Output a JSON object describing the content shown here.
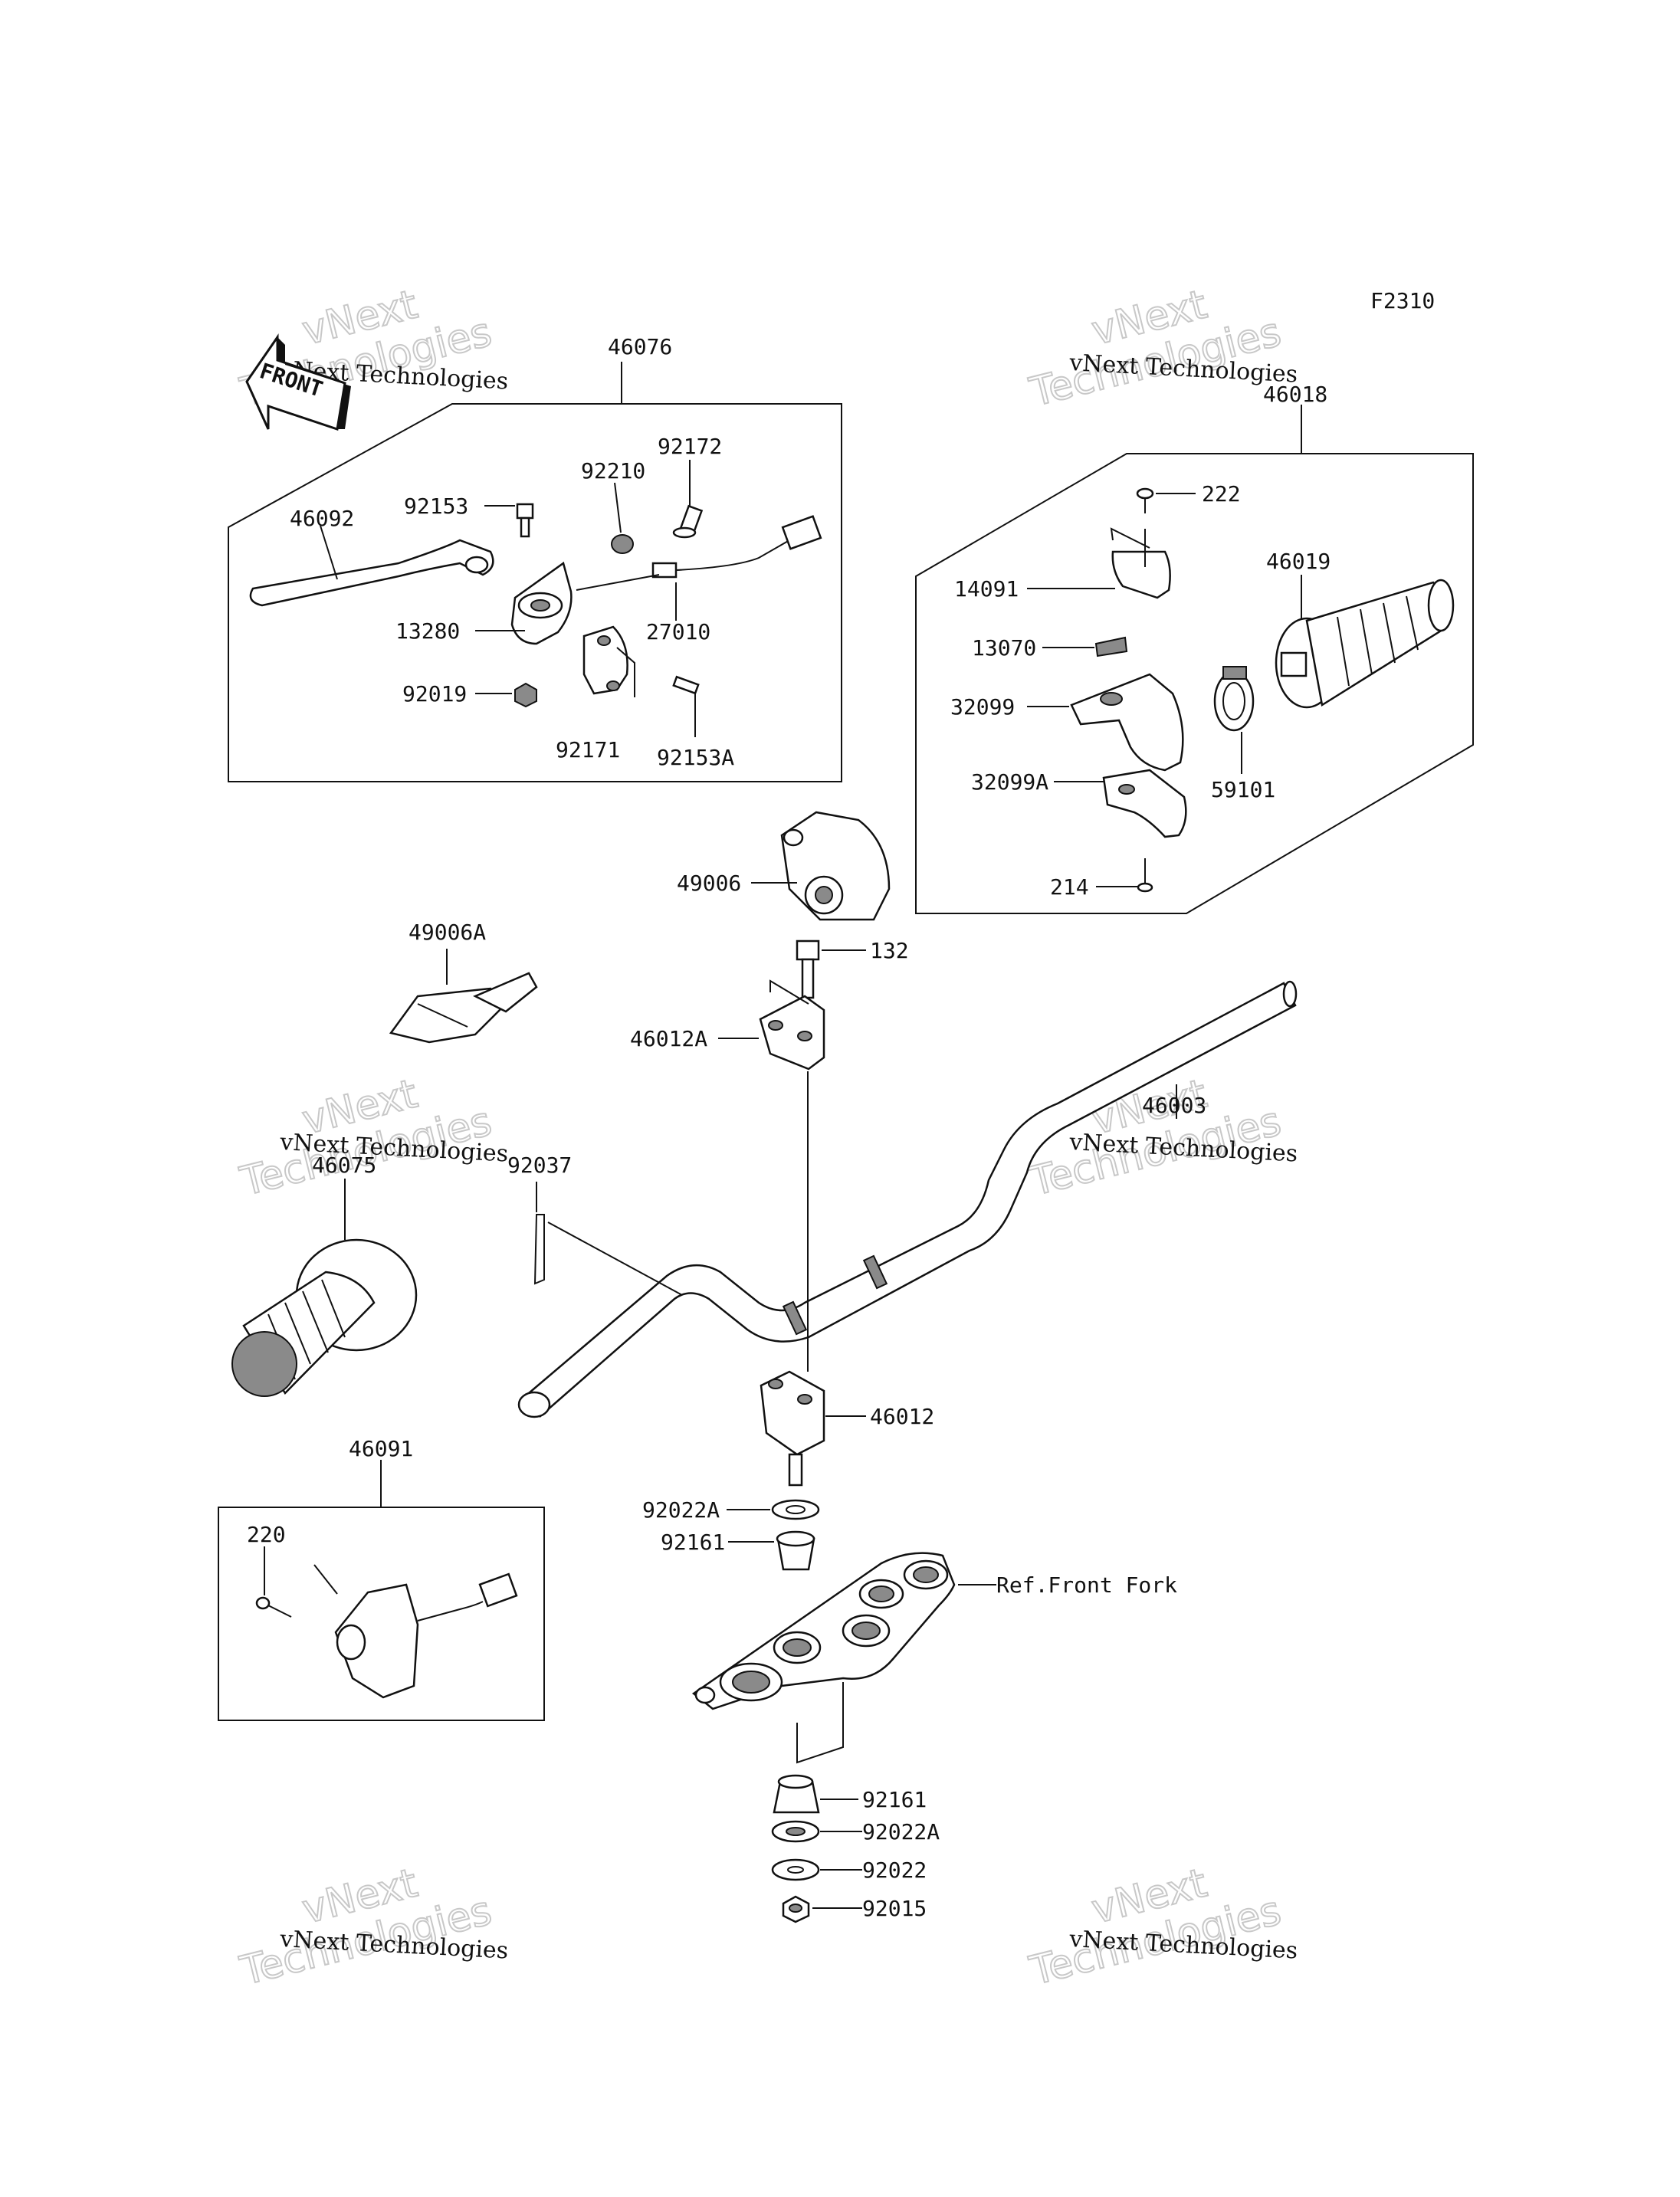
{
  "diagram": {
    "code": "F2310",
    "front_label": "FRONT",
    "reference_label": "Ref.Front Fork",
    "watermark_line1": "vNext Technologies",
    "watermark_line2a": "vNext",
    "watermark_line2b": "Technologies",
    "parts": {
      "p46076": "46076",
      "p46018": "46018",
      "p92172": "92172",
      "p92210": "92210",
      "p92153": "92153",
      "p46092": "46092",
      "p13280": "13280",
      "p27010": "27010",
      "p92019": "92019",
      "p92171": "92171",
      "p92153A": "92153A",
      "p222": "222",
      "p14091": "14091",
      "p46019": "46019",
      "p13070": "13070",
      "p32099": "32099",
      "p32099A": "32099A",
      "p59101": "59101",
      "p214": "214",
      "p49006": "49006",
      "p49006A": "49006A",
      "p132": "132",
      "p46012A": "46012A",
      "p46003": "46003",
      "p92037": "92037",
      "p46075": "46075",
      "p46012": "46012",
      "p46091": "46091",
      "p220": "220",
      "p92022A_top": "92022A",
      "p92161_top": "92161",
      "p92161_bottom": "92161",
      "p92022A_bottom": "92022A",
      "p92022": "92022",
      "p92015": "92015"
    }
  }
}
